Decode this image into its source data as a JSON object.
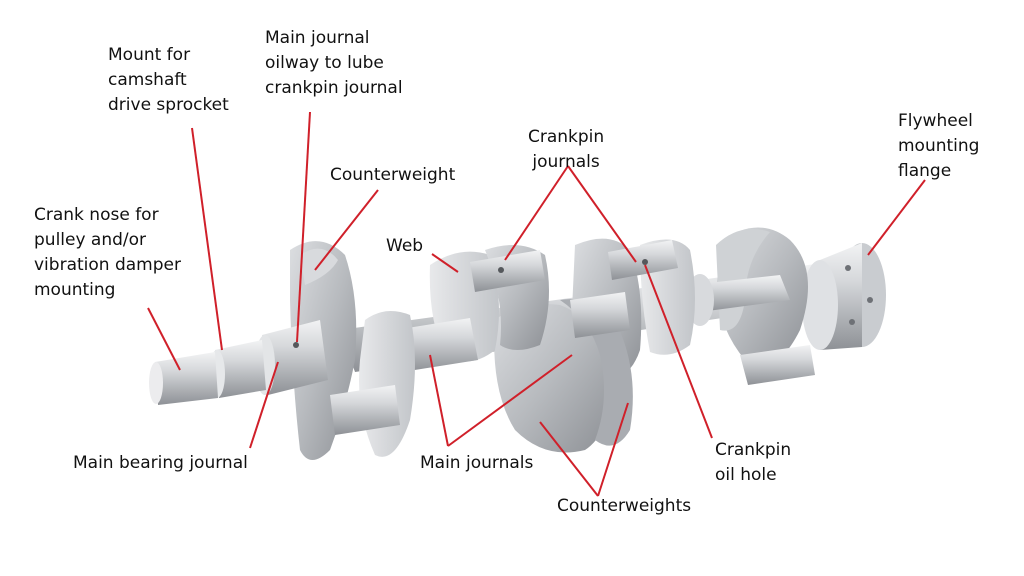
{
  "diagram": {
    "leader_color": "#d0202a",
    "metal_light": "#e4e6e8",
    "metal_mid": "#b9bcc0",
    "metal_dark": "#8a8d92",
    "labels": {
      "crank_nose": [
        "Crank nose for",
        "pulley and/or",
        "vibration damper",
        "mounting"
      ],
      "camshaft_mount": [
        "Mount for",
        "camshaft",
        "drive sprocket"
      ],
      "main_journal_oilway": [
        "Main journal",
        "oilway to lube",
        "crankpin journal"
      ],
      "counterweight": [
        "Counterweight"
      ],
      "web": [
        "Web"
      ],
      "crankpin_journals": [
        "Crankpin",
        "journals"
      ],
      "flywheel_flange": [
        "Flywheel",
        "mounting",
        "flange"
      ],
      "main_bearing_journal": [
        "Main bearing journal"
      ],
      "main_journals": [
        "Main journals"
      ],
      "counterweights": [
        "Counterweights"
      ],
      "crankpin_oil_hole": [
        "Crankpin",
        "oil hole"
      ]
    }
  }
}
